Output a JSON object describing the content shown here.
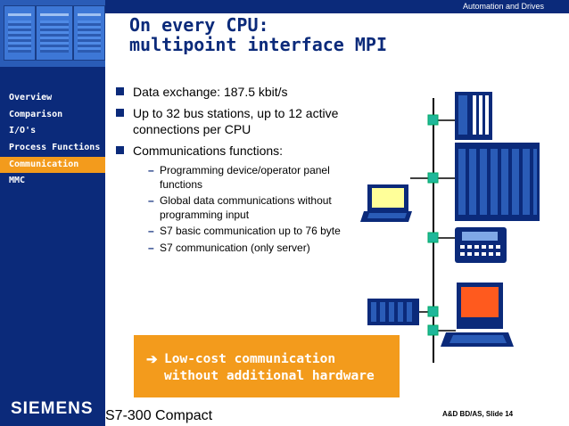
{
  "header": {
    "division": "Automation and Drives",
    "title_line1": "On every CPU:",
    "title_line2": "multipoint interface MPI"
  },
  "sidebar": {
    "items": [
      {
        "label": "Overview"
      },
      {
        "label": "Comparison"
      },
      {
        "label": "I/O's"
      },
      {
        "label": "Process Functions"
      },
      {
        "label": "Communication",
        "active": true
      },
      {
        "label": "MMC"
      }
    ],
    "logo": "SIEMENS"
  },
  "main": {
    "bullets": [
      "Data exchange: 187.5 kbit/s",
      "Up to 32 bus stations, up to 12 active connections per CPU",
      "Communications functions:"
    ],
    "sub_bullets": [
      "Programming device/operator panel functions",
      "Global data communications without programming input",
      "S7 basic communication up to 76 byte",
      "S7 communication (only server)"
    ],
    "callout": {
      "line1": "Low-cost communication",
      "line2": "without additional hardware"
    }
  },
  "footer": {
    "left": "S7-300 Compact",
    "right": "A&D BD/AS, Slide 14"
  },
  "colors": {
    "navy": "#0b2a7a",
    "accent": "#f39b1c",
    "connector": "#1fb79a"
  }
}
